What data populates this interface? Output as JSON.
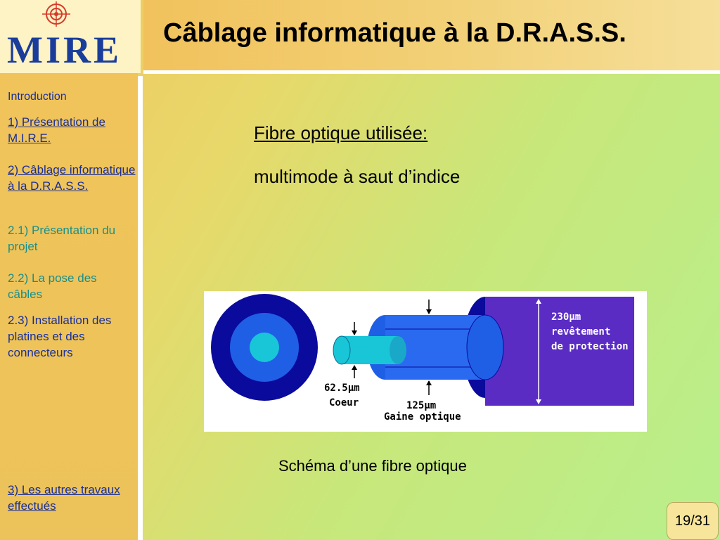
{
  "header": {
    "logo_text": "MIRE",
    "title": "Câblage informatique à la D.R.A.S.S."
  },
  "sidebar": {
    "items": [
      {
        "label": "Introduction"
      },
      {
        "label": "1) Présentation de M.I.R.E."
      },
      {
        "label": "2) Câblage informatique à la D.R.A.S.S."
      },
      {
        "label": "2.1) Présentation du projet"
      },
      {
        "label": "2.2) La pose des câbles"
      },
      {
        "label": "2.3) Installation des platines et des connecteurs"
      },
      {
        "label": "3) Les autres travaux effectués"
      }
    ]
  },
  "main": {
    "heading": "Fibre optique utilisée:",
    "subheading": "multimode à saut d’indice",
    "diagram": {
      "core_label": "62.5µm",
      "core_name": "Coeur",
      "cladding_label": "125µm",
      "cladding_name": "Gaine optique",
      "coating_label": "230µm",
      "coating_name_1": "revêtement",
      "coating_name_2": "de protection"
    },
    "caption": "Schéma d’une fibre optique"
  },
  "footer": {
    "page_number": "19/31"
  },
  "colors": {
    "navy": "#0a0a9c",
    "blue": "#1f5fe6",
    "cyan": "#19c6d8",
    "purple": "#5a2cc4"
  }
}
